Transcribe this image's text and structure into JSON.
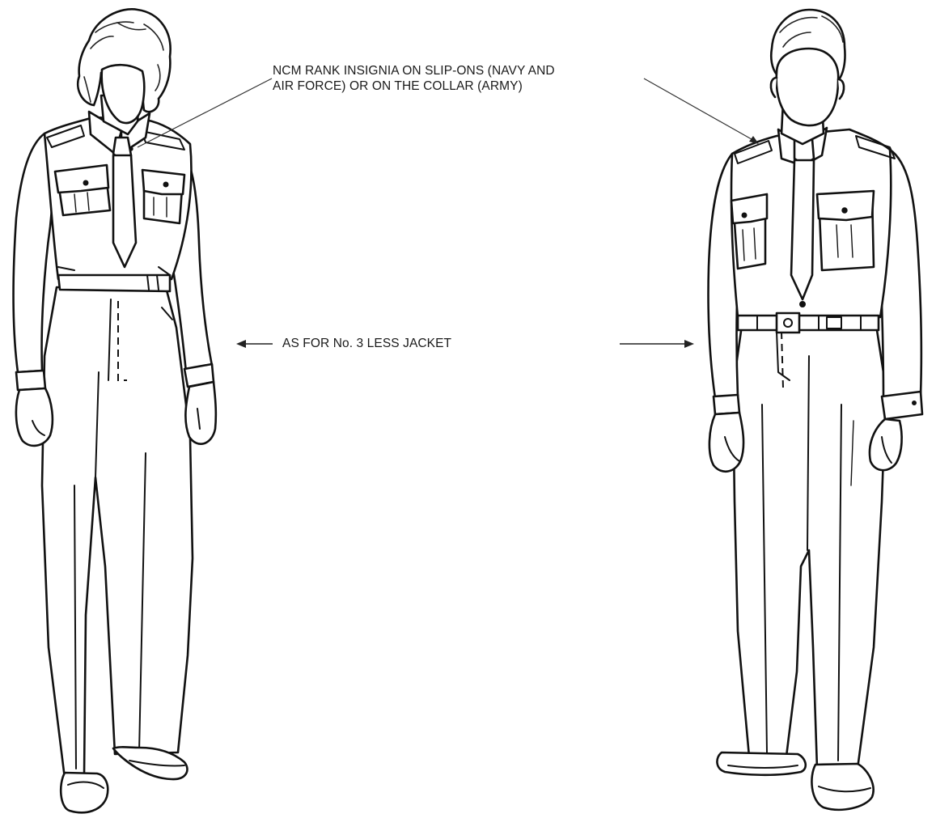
{
  "callout": {
    "line1": "NCM RANK INSIGNIA ON SLIP-ONS (NAVY AND",
    "line2": "AIR FORCE) OR ON THE COLLAR (ARMY)"
  },
  "center_label": "AS FOR No. 3 LESS JACKET",
  "figures": [
    {
      "id": "female",
      "description_icon": "woman-in-shirt-and-tie-figure"
    },
    {
      "id": "male",
      "description_icon": "man-in-shirt-and-tie-figure"
    }
  ],
  "colors": {
    "ink": "#111111",
    "paper": "#ffffff"
  }
}
